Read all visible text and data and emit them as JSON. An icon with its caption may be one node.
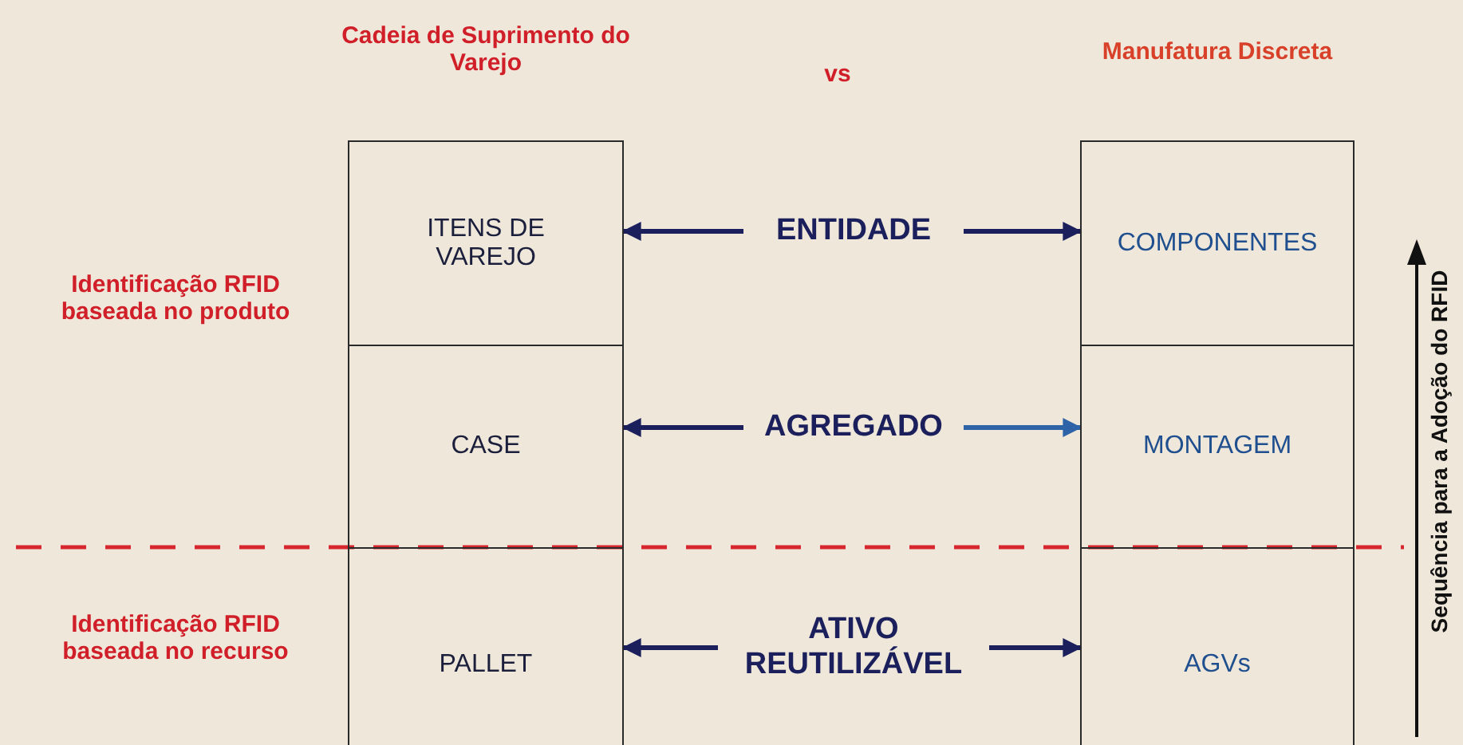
{
  "diagram": {
    "nodes": [
      {
        "text": [
          "Cadeia de Suprimento do Varejo"
        ]
      },
      {
        "text": [
          "ITENS DE VAREJO"
        ],
        "in": 0
      },
      {
        "text": [
          "CASE"
        ],
        "in": 0
      },
      {
        "text": [
          "PALLET"
        ],
        "in": 0
      },
      {
        "text": [
          "Manufatura Discreta"
        ]
      },
      {
        "text": [
          "COMPONENTES"
        ],
        "in": 4
      },
      {
        "text": [
          "MONTAGEM"
        ],
        "in": 4
      },
      {
        "text": [
          "AGVs"
        ],
        "in": 4
      },
      {
        "text": [
          "ENTIDADE"
        ]
      },
      {
        "text": [
          "AGREGADO"
        ]
      },
      {
        "text": [
          "ATIVO REUTILIZÁVEL"
        ]
      }
    ],
    "edges": [
      {
        "from": 8,
        "to": 1,
        "arrow": "to"
      },
      {
        "from": 8,
        "to": 5,
        "arrow": "to"
      },
      {
        "from": 9,
        "to": 2,
        "arrow": "to"
      },
      {
        "from": 9,
        "to": 6,
        "arrow": "to",
        "color": "#2f63a8"
      },
      {
        "from": 10,
        "to": 3,
        "arrow": "to"
      },
      {
        "from": 10,
        "to": 7,
        "arrow": "to"
      }
    ],
    "labels": [
      "vs",
      "Identificação RFID baseada no produto",
      "Identificação RFID baseada no recurso",
      "Sequência para a Adoção do RFID"
    ]
  }
}
